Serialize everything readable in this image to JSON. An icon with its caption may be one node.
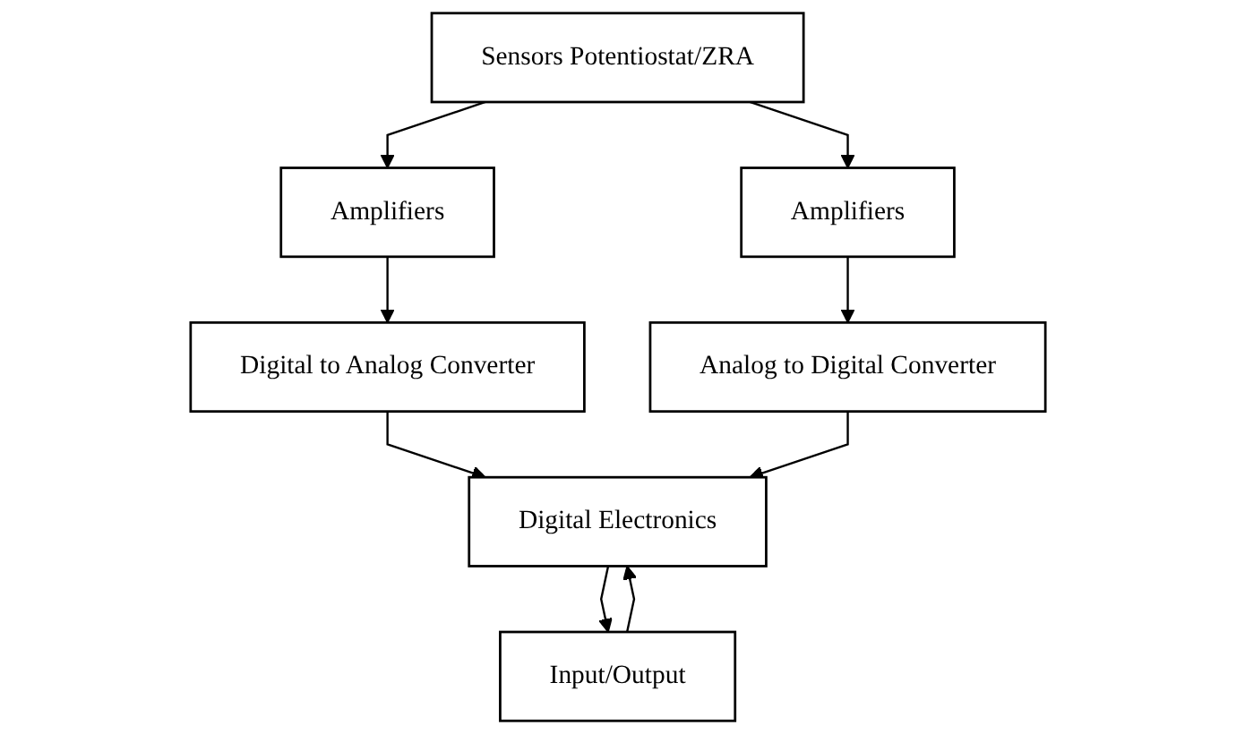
{
  "diagram": {
    "nodes": [
      {
        "text": [
          "Sensors Potentiostat/ZRA"
        ]
      },
      {
        "text": [
          "Amplifiers"
        ]
      },
      {
        "text": [
          "Amplifiers"
        ]
      },
      {
        "text": [
          "Digital to Analog Converter"
        ]
      },
      {
        "text": [
          "Analog to Digital Converter"
        ]
      },
      {
        "text": [
          "Digital Electronics"
        ]
      },
      {
        "text": [
          "Input/Output"
        ]
      }
    ],
    "edges": [
      {
        "from": 0,
        "to": 1,
        "arrow": "to"
      },
      {
        "from": 0,
        "to": 2,
        "arrow": "to"
      },
      {
        "from": 1,
        "to": 3,
        "arrow": "to"
      },
      {
        "from": 2,
        "to": 4,
        "arrow": "to"
      },
      {
        "from": 3,
        "to": 5,
        "arrow": "to"
      },
      {
        "from": 4,
        "to": 5,
        "arrow": "to"
      },
      {
        "from": 6,
        "to": 5,
        "arrow": "to"
      },
      {
        "from": 5,
        "to": 6,
        "arrow": "to"
      }
    ]
  }
}
